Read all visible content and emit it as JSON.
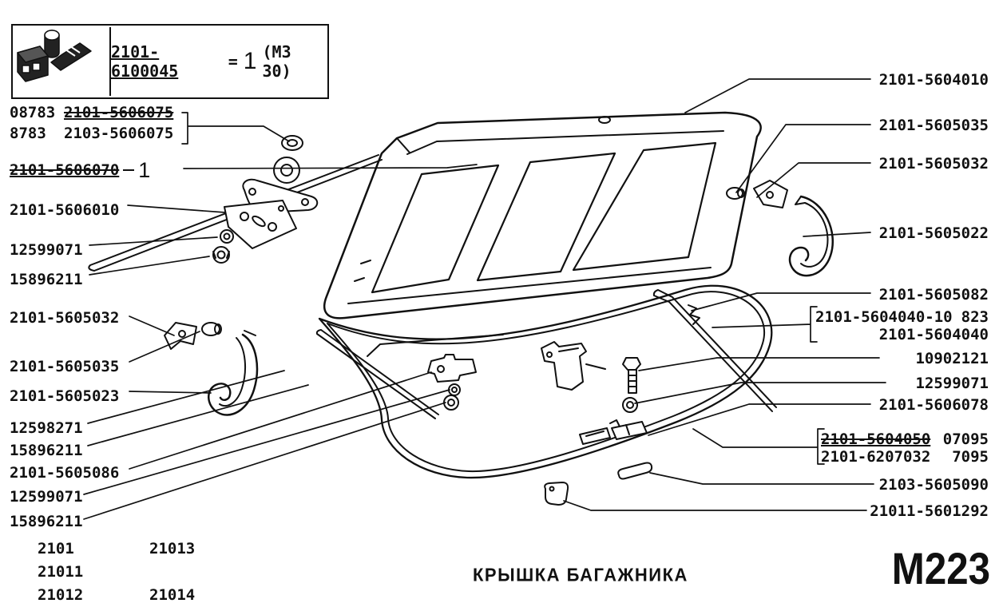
{
  "header_box": {
    "part_number": "2101-6100045",
    "separator": "=",
    "quantity": "1",
    "figure_ref": "(М3 30)",
    "icon": "lock-kit-icon"
  },
  "left_labels": [
    {
      "prefix": "08783",
      "number": "2101-5606075"
    },
    {
      "prefix": "8783",
      "number": "2103-5606075"
    },
    {
      "number": "2101-5606070",
      "quantity": "1"
    },
    {
      "number": "2101-5606010"
    },
    {
      "number": "12599071"
    },
    {
      "number": "15896211"
    },
    {
      "number": "2101-5605032"
    },
    {
      "number": "2101-5605035"
    },
    {
      "number": "2101-5605023"
    },
    {
      "number": "12598271"
    },
    {
      "number": "15896211"
    },
    {
      "number": "2101-5605086"
    },
    {
      "number": "12599071"
    },
    {
      "number": "15896211"
    }
  ],
  "right_labels": [
    {
      "number": "2101-5604010"
    },
    {
      "number": "2101-5605035"
    },
    {
      "number": "2101-5605032"
    },
    {
      "number": "2101-5605022"
    },
    {
      "number": "2101-5605082"
    },
    {
      "number": "2101-5604040-10",
      "suffix": "823"
    },
    {
      "number": "2101-5604040"
    },
    {
      "number": "10902121"
    },
    {
      "number": "12599071"
    },
    {
      "number": "2101-5606078"
    },
    {
      "number": "2101-5604050",
      "suffix": "07095"
    },
    {
      "number": "2101-6207032",
      "suffix": "7095"
    },
    {
      "number": "2103-5605090"
    },
    {
      "number": "21011-5601292"
    }
  ],
  "footer": {
    "models_col1": [
      "2101",
      "21011",
      "21012"
    ],
    "models_col2_row1": "21013",
    "models_col2_row3": "21014",
    "title": "КРЫШКА БАГАЖНИКА",
    "page_code": "М223"
  },
  "drawing": {
    "subject": "trunk lid exploded view with hinges, lock, torsion rods and weatherstrip seal",
    "line_color": "#111111",
    "background": "#ffffff"
  }
}
